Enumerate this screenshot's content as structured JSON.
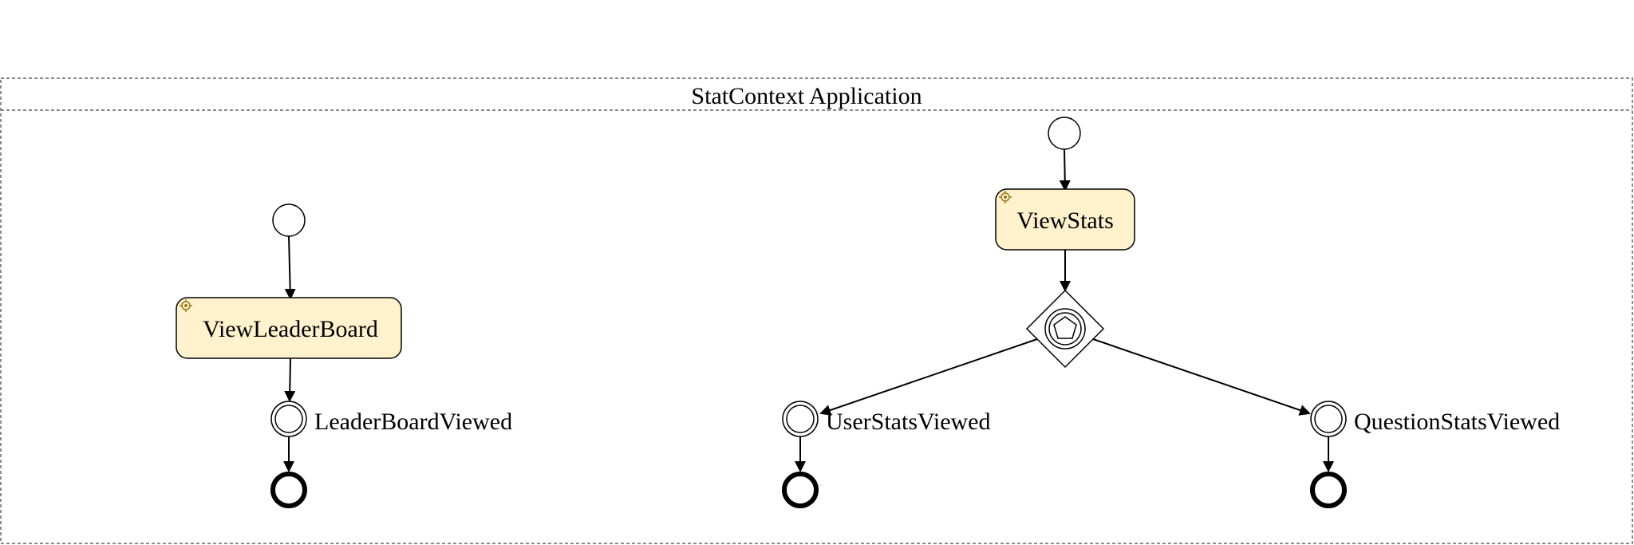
{
  "pool": {
    "title": "StatContext Application"
  },
  "tasks": {
    "view_leader_board": "ViewLeaderBoard",
    "view_stats": "ViewStats"
  },
  "events": {
    "leader_board_viewed": "LeaderBoardViewed",
    "user_stats_viewed": "UserStatsViewed",
    "question_stats_viewed": "QuestionStatsViewed"
  },
  "colors": {
    "task_fill": "#fff2cc",
    "stroke": "#000000",
    "pool_border": "#666666"
  },
  "icons": {
    "task_type": "gear-icon",
    "gateway_type": "event-based-gateway-icon"
  }
}
